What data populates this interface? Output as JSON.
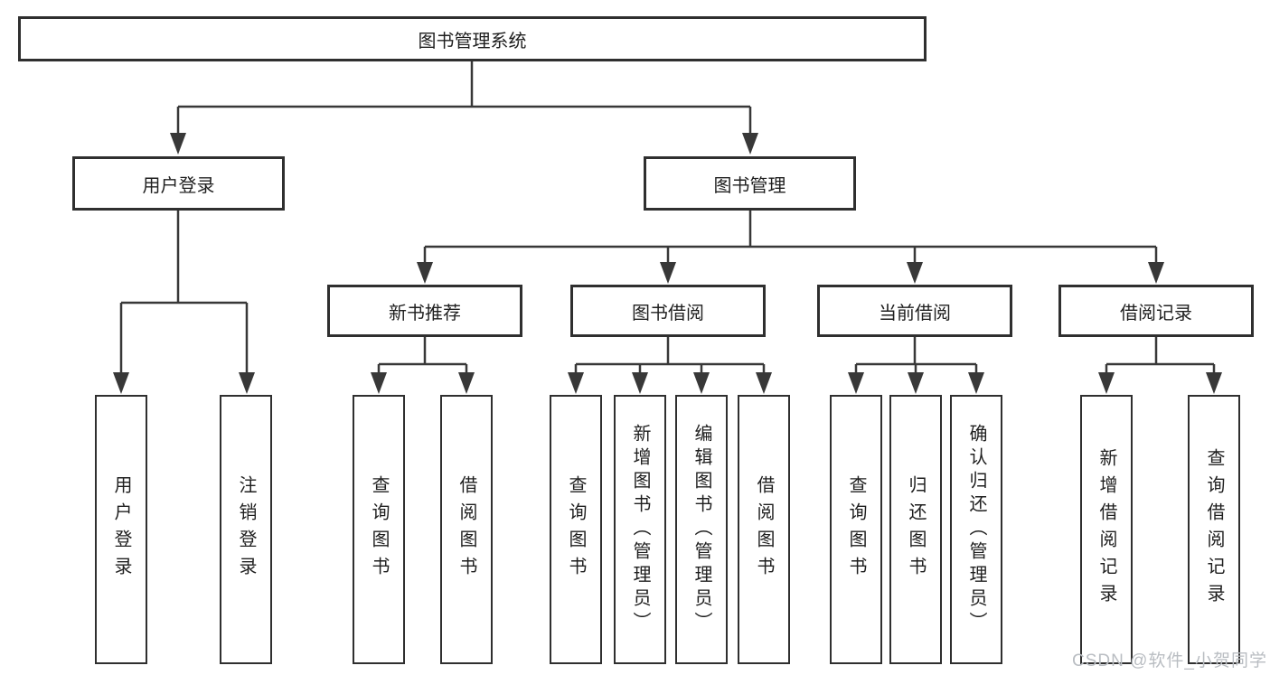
{
  "nodes": {
    "root": "图书管理系统",
    "user_login": "用户登录",
    "book_mgmt": "图书管理",
    "new_book": "新书推荐",
    "borrow": "图书借阅",
    "current": "当前借阅",
    "record": "借阅记录",
    "ul_login": "用户登录",
    "ul_logout": "注销登录",
    "nb_query": "查询图书",
    "nb_borrow": "借阅图书",
    "bb_query": "查询图书",
    "bb_add": "新增图书（管理员）",
    "bb_edit": "编辑图书（管理员）",
    "bb_borrow": "借阅图书",
    "cb_query": "查询图书",
    "cb_return": "归还图书",
    "cb_confirm": "确认归还（管理员）",
    "br_add": "新增借阅记录",
    "br_query": "查询借阅记录"
  },
  "watermark": {
    "text": "CSDN @软件_小贺同学"
  },
  "colors": {
    "line": "#383838",
    "box_border": "#2f2f2f",
    "text": "#1f1f1f",
    "watermark": "#b9bdc2"
  }
}
